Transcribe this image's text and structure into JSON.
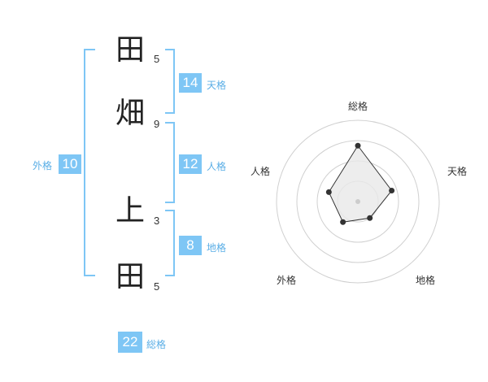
{
  "name": {
    "chars": [
      {
        "char": "田",
        "strokes": "5"
      },
      {
        "char": "畑",
        "strokes": "9"
      },
      {
        "char": "上",
        "strokes": "3"
      },
      {
        "char": "田",
        "strokes": "5"
      }
    ]
  },
  "fortunes": {
    "tenkaku": {
      "value": "14",
      "label": "天格"
    },
    "jinkaku": {
      "value": "12",
      "label": "人格"
    },
    "chikaku": {
      "value": "8",
      "label": "地格"
    },
    "gaikaku": {
      "value": "10",
      "label": "外格"
    },
    "soukaku": {
      "value": "22",
      "label": "総格"
    }
  },
  "chart_data": {
    "type": "radar",
    "axes": [
      "総格",
      "天格",
      "地格",
      "外格",
      "人格"
    ],
    "values": [
      22,
      14,
      8,
      10,
      12
    ],
    "colors": {
      "line": "#333333",
      "fill": "#e8e8e8",
      "ring": "#d0d0d0",
      "accent": "#7ec6f5"
    }
  }
}
